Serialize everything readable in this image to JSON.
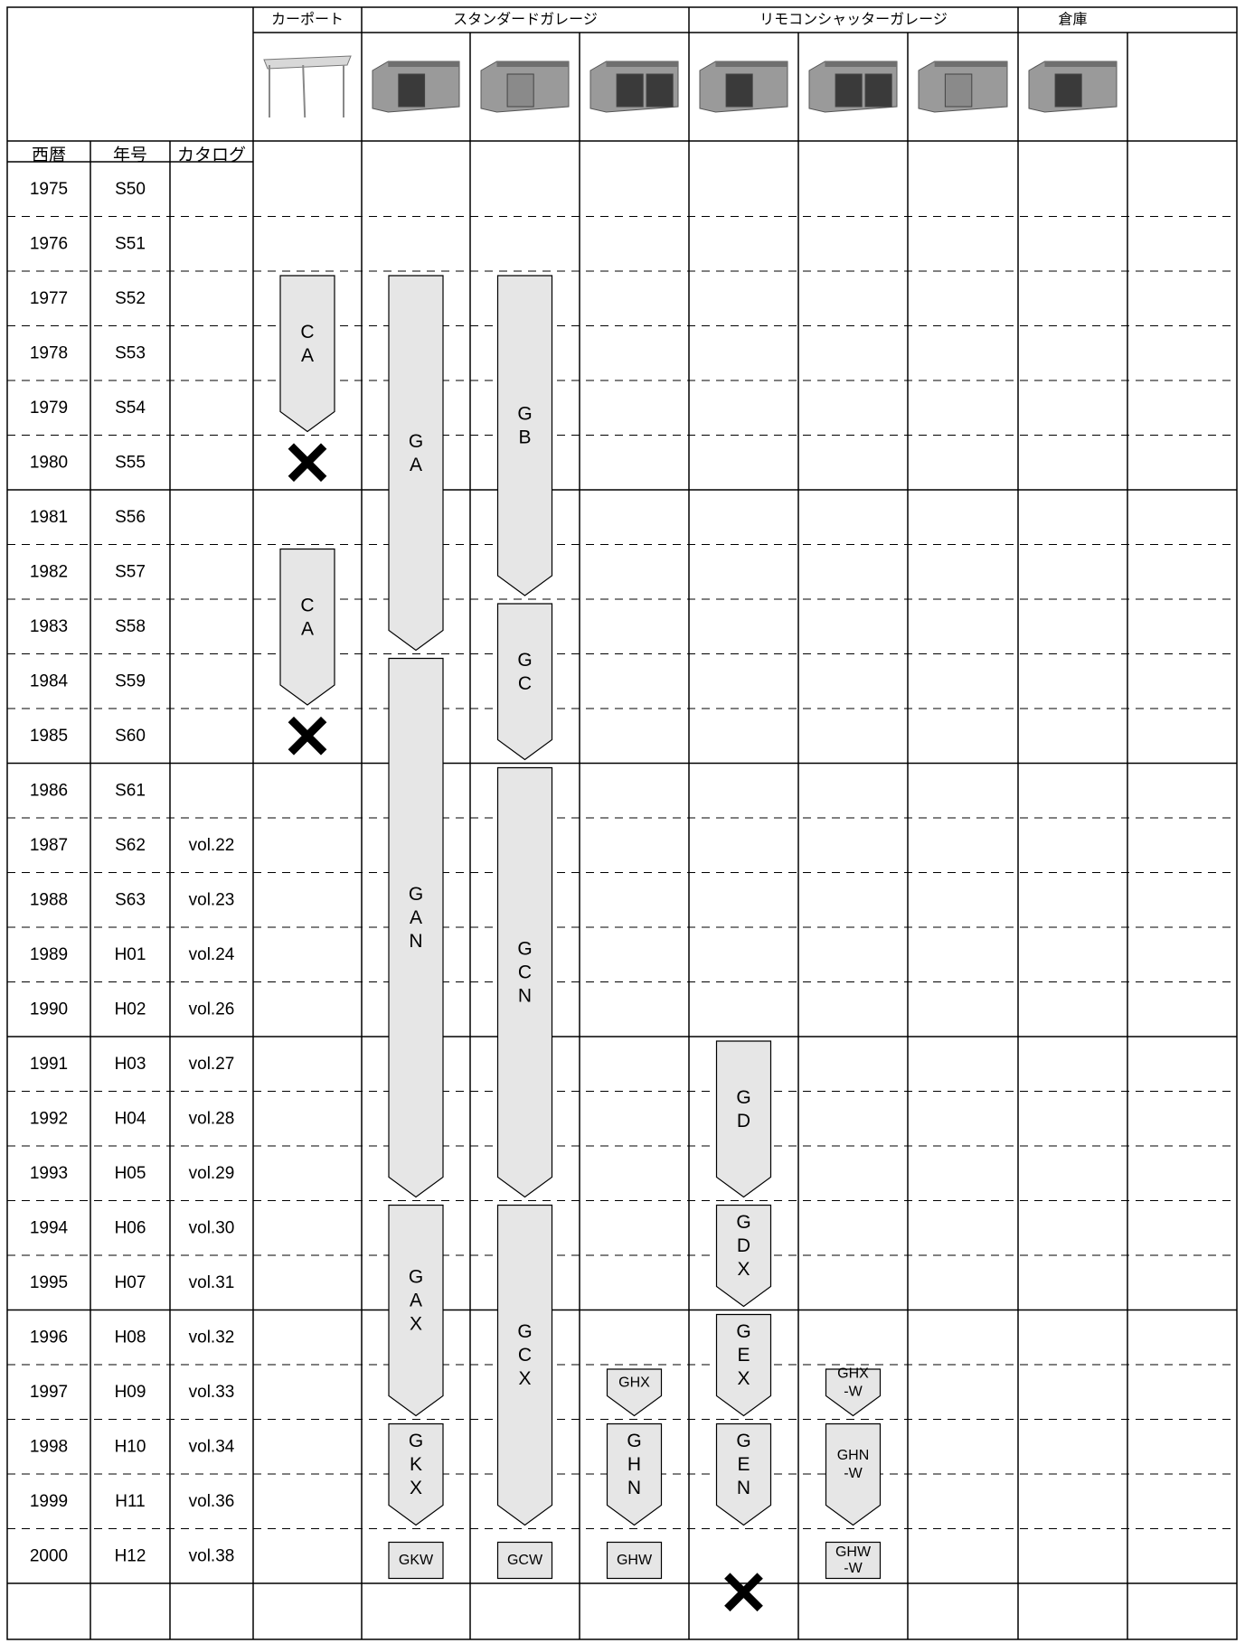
{
  "groups": [
    {
      "label": "カーポート"
    },
    {
      "label": "スタンダードガレージ"
    },
    {
      "label": "リモコンシャッターガレージ"
    },
    {
      "label": "倉庫"
    }
  ],
  "photos": [
    {
      "name": "carport-photo"
    },
    {
      "name": "standard-garage-photo-1"
    },
    {
      "name": "standard-garage-photo-2"
    },
    {
      "name": "standard-garage-photo-3"
    },
    {
      "name": "remote-shutter-garage-photo-1"
    },
    {
      "name": "remote-shutter-garage-photo-2"
    },
    {
      "name": "remote-shutter-garage-photo-3"
    },
    {
      "name": "storage-photo"
    }
  ],
  "headers": {
    "year": "西暦",
    "era": "年号",
    "catalog": "カタログ"
  },
  "rows": [
    {
      "year": "1975",
      "era": "S50",
      "catalog": ""
    },
    {
      "year": "1976",
      "era": "S51",
      "catalog": ""
    },
    {
      "year": "1977",
      "era": "S52",
      "catalog": ""
    },
    {
      "year": "1978",
      "era": "S53",
      "catalog": ""
    },
    {
      "year": "1979",
      "era": "S54",
      "catalog": ""
    },
    {
      "year": "1980",
      "era": "S55",
      "catalog": ""
    },
    {
      "year": "1981",
      "era": "S56",
      "catalog": ""
    },
    {
      "year": "1982",
      "era": "S57",
      "catalog": ""
    },
    {
      "year": "1983",
      "era": "S58",
      "catalog": ""
    },
    {
      "year": "1984",
      "era": "S59",
      "catalog": ""
    },
    {
      "year": "1985",
      "era": "S60",
      "catalog": ""
    },
    {
      "year": "1986",
      "era": "S61",
      "catalog": ""
    },
    {
      "year": "1987",
      "era": "S62",
      "catalog": "vol.22"
    },
    {
      "year": "1988",
      "era": "S63",
      "catalog": "vol.23"
    },
    {
      "year": "1989",
      "era": "H01",
      "catalog": "vol.24"
    },
    {
      "year": "1990",
      "era": "H02",
      "catalog": "vol.26"
    },
    {
      "year": "1991",
      "era": "H03",
      "catalog": "vol.27"
    },
    {
      "year": "1992",
      "era": "H04",
      "catalog": "vol.28"
    },
    {
      "year": "1993",
      "era": "H05",
      "catalog": "vol.29"
    },
    {
      "year": "1994",
      "era": "H06",
      "catalog": "vol.30"
    },
    {
      "year": "1995",
      "era": "H07",
      "catalog": "vol.31"
    },
    {
      "year": "1996",
      "era": "H08",
      "catalog": "vol.32"
    },
    {
      "year": "1997",
      "era": "H09",
      "catalog": "vol.33"
    },
    {
      "year": "1998",
      "era": "H10",
      "catalog": "vol.34"
    },
    {
      "year": "1999",
      "era": "H11",
      "catalog": "vol.36"
    },
    {
      "year": "2000",
      "era": "H12",
      "catalog": "vol.38"
    }
  ],
  "products": [
    {
      "label": "CA",
      "column": 1,
      "from": "1977",
      "to": "1979",
      "shape": "arrow",
      "vertical": true
    },
    {
      "label": "CA",
      "column": 1,
      "from": "1982",
      "to": "1984",
      "shape": "arrow",
      "vertical": true
    },
    {
      "label": "GA",
      "column": 2,
      "from": "1977",
      "to": "1983",
      "shape": "arrow",
      "vertical": true
    },
    {
      "label": "GAN",
      "column": 2,
      "from": "1984",
      "to": "1993",
      "shape": "arrow",
      "vertical": true
    },
    {
      "label": "GAX",
      "column": 2,
      "from": "1994",
      "to": "1997",
      "shape": "arrow",
      "vertical": true
    },
    {
      "label": "GKX",
      "column": 2,
      "from": "1998",
      "to": "1999",
      "shape": "arrow",
      "vertical": true
    },
    {
      "label": "GKW",
      "column": 2,
      "from": "2000",
      "to": "2000",
      "shape": "box",
      "vertical": false
    },
    {
      "label": "GB",
      "column": 3,
      "from": "1977",
      "to": "1982",
      "shape": "arrow",
      "vertical": true
    },
    {
      "label": "GC",
      "column": 3,
      "from": "1983",
      "to": "1985",
      "shape": "arrow",
      "vertical": true
    },
    {
      "label": "GCN",
      "column": 3,
      "from": "1986",
      "to": "1993",
      "shape": "arrow",
      "vertical": true
    },
    {
      "label": "GCX",
      "column": 3,
      "from": "1994",
      "to": "1999",
      "shape": "arrow",
      "vertical": true
    },
    {
      "label": "GCW",
      "column": 3,
      "from": "2000",
      "to": "2000",
      "shape": "box",
      "vertical": false
    },
    {
      "label": "GHX",
      "column": 4,
      "from": "1997",
      "to": "1997",
      "shape": "arrow",
      "vertical": false
    },
    {
      "label": "GHN",
      "column": 4,
      "from": "1998",
      "to": "1999",
      "shape": "arrow",
      "vertical": true
    },
    {
      "label": "GHW",
      "column": 4,
      "from": "2000",
      "to": "2000",
      "shape": "box",
      "vertical": false
    },
    {
      "label": "GD",
      "column": 5,
      "from": "1991",
      "to": "1993",
      "shape": "arrow",
      "vertical": true
    },
    {
      "label": "GDX",
      "column": 5,
      "from": "1994",
      "to": "1995",
      "shape": "arrow",
      "vertical": true
    },
    {
      "label": "GEX",
      "column": 5,
      "from": "1996",
      "to": "1997",
      "shape": "arrow",
      "vertical": true
    },
    {
      "label": "GEN",
      "column": 5,
      "from": "1998",
      "to": "1999",
      "shape": "arrow",
      "vertical": true
    },
    {
      "label": "GHX\n-W",
      "column": 6,
      "from": "1997",
      "to": "1997",
      "shape": "arrow",
      "vertical": false
    },
    {
      "label": "GHN\n-W",
      "column": 6,
      "from": "1998",
      "to": "1999",
      "shape": "arrow",
      "vertical": false
    },
    {
      "label": "GHW\n-W",
      "column": 6,
      "from": "2000",
      "to": "2000",
      "shape": "box",
      "vertical": false
    }
  ],
  "discontinued": [
    {
      "column": 1,
      "year": "1980"
    },
    {
      "column": 1,
      "year": "1985"
    },
    {
      "column": 5,
      "year": "2000"
    }
  ]
}
